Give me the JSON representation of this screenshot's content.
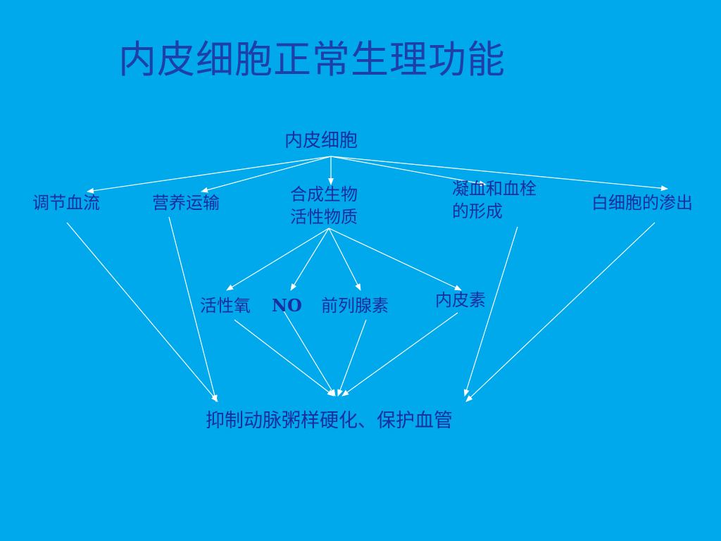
{
  "slide": {
    "title": "内皮细胞正常生理功能"
  },
  "diagram": {
    "root": "内皮细胞",
    "functions": {
      "regulate_blood_flow": "调节血流",
      "nutrient_transport": "营养运输",
      "synthesize_bioactive": [
        "合成生物",
        "活性物质"
      ],
      "coagulation_thrombus": [
        "凝血和血栓",
        "的形成"
      ],
      "leukocyte_exudation": "白细胞的渗出"
    },
    "substances": {
      "ros": "活性氧",
      "no": "NO",
      "prostaglandin": "前列腺素",
      "endothelin": "内皮素"
    },
    "outcome": "抑制动脉粥样硬化、保护血管"
  },
  "colors": {
    "background": "#00A8EC",
    "text": "#1A2E9E",
    "title": "#1F3FA8",
    "arrow": "#FFFFFF"
  }
}
